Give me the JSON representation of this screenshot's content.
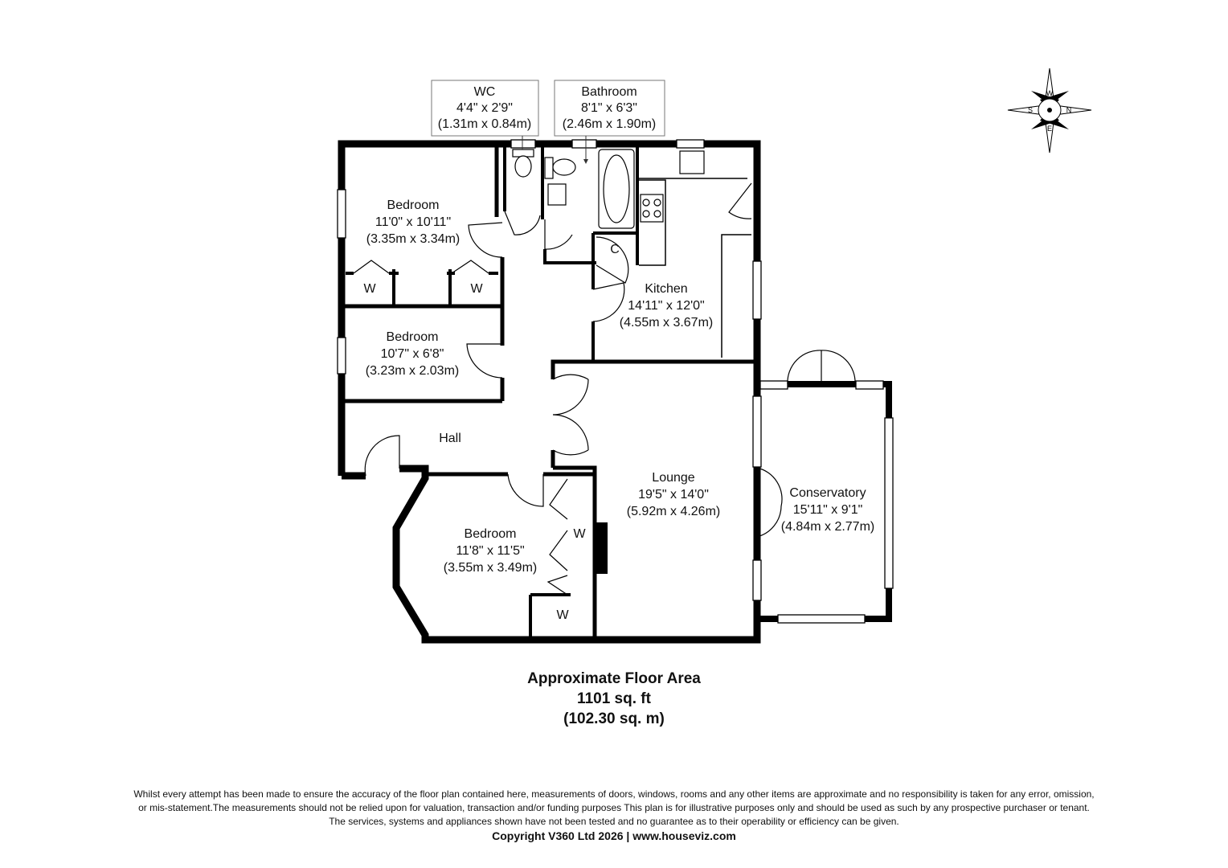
{
  "rooms": {
    "wc": {
      "name": "WC",
      "dim_imperial": "4'4\" x 2'9\"",
      "dim_metric": "(1.31m x 0.84m)"
    },
    "bathroom": {
      "name": "Bathroom",
      "dim_imperial": "8'1\" x 6'3\"",
      "dim_metric": "(2.46m x 1.90m)"
    },
    "bedroom1": {
      "name": "Bedroom",
      "dim_imperial": "11'0\" x 10'11\"",
      "dim_metric": "(3.35m x 3.34m)"
    },
    "bedroom2": {
      "name": "Bedroom",
      "dim_imperial": "10'7\" x 6'8\"",
      "dim_metric": "(3.23m x 2.03m)"
    },
    "bedroom3": {
      "name": "Bedroom",
      "dim_imperial": "11'8\" x 11'5\"",
      "dim_metric": "(3.55m x 3.49m)"
    },
    "kitchen": {
      "name": "Kitchen",
      "dim_imperial": "14'11\" x 12'0\"",
      "dim_metric": "(4.55m x 3.67m)"
    },
    "hall": {
      "name": "Hall"
    },
    "lounge": {
      "name": "Lounge",
      "dim_imperial": "19'5\" x 14'0\"",
      "dim_metric": "(5.92m x 4.26m)"
    },
    "conservatory": {
      "name": "Conservatory",
      "dim_imperial": "15'11\" x 9'1\"",
      "dim_metric": "(4.84m x 2.77m)"
    }
  },
  "markers": {
    "wardrobe": "W",
    "cupboard": "C"
  },
  "compass": {
    "w": "W",
    "n": "N",
    "e": "E",
    "s": "S"
  },
  "area": {
    "title": "Approximate Floor Area",
    "sqft": "1101 sq. ft",
    "sqm": "(102.30 sq. m)"
  },
  "disclaimer": {
    "line1": "Whilst every attempt has been made to ensure the accuracy of the floor plan contained here, measurements of doors, windows, rooms and any other items are approximate and no responsibility is taken for any error, omission,",
    "line2": "or mis-statement.The measurements should not be relied upon for valuation, transaction and/or funding purposes This plan is for illustrative purposes only and should be used as such by any prospective purchaser or tenant.",
    "line3": "The services, systems and appliances shown have not been tested and no guarantee as to their operability or efficiency can be given."
  },
  "copyright": "Copyright V360 Ltd 2026 | www.houseviz.com"
}
